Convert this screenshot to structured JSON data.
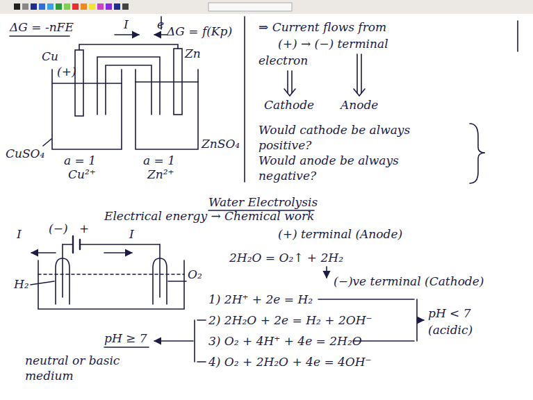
{
  "diagram": {
    "labels": [
      "ΔG = -nFE",
      "ΔG = f(Kp)",
      "I",
      "e",
      "(+)",
      "Cu",
      "Zn",
      "CuSO₄",
      "ZnSO₄",
      "a = 1",
      "Cu²⁺",
      "a = 1",
      "Zn²⁺",
      "⇒ Current flows from",
      "(+) → (−) terminal",
      "electron",
      "Cathode",
      "Anode",
      "Would cathode be always positive?",
      "Would anode be always negative?",
      "Water Electrolysis",
      "Electrical energy → Chemical work",
      "(+) terminal (Anode)",
      "2H₂O = O₂↑ + 2H₂",
      "(−)ve terminal (Cathode)",
      "1) 2H⁺ + 2e = H₂",
      "2) 2H₂O + 2e = H₂ + 2OH⁻",
      "3) O₂ + 4H⁺ + 4e = 2H₂O",
      "4) O₂ + 2H₂O + 4e = 4OH⁻",
      "pH < 7",
      "(acidic)",
      "pH ≥ 7",
      "neutral or basic medium",
      "H₂",
      "O₂",
      "I",
      "(−)",
      "+",
      "I"
    ]
  }
}
